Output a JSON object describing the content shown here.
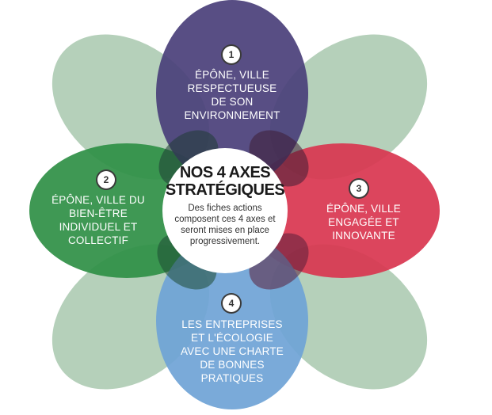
{
  "center": {
    "title": "NOS 4 AXES STRATÉGIQUES",
    "description": "Des fiches actions composent ces 4 axes et seront mises en place progressivement."
  },
  "axes": [
    {
      "number": "1",
      "label": "ÉPÔNE, VILLE RESPECTUEUSE DE SON ENVIRONNEMENT",
      "color": "#4a3f7a"
    },
    {
      "number": "2",
      "label": "ÉPÔNE, VILLE DU BIEN-ÊTRE INDIVIDUEL ET COLLECTIF",
      "color": "#2f8f45"
    },
    {
      "number": "3",
      "label": "ÉPÔNE, VILLE ENGAGÉE ET INNOVANTE",
      "color": "#d9354f"
    },
    {
      "number": "4",
      "label": "LES ENTREPRISES ET L'ÉCOLOGIE AVEC UNE CHARTE DE BONNES PRATIQUES",
      "color": "#6fa3d6"
    }
  ],
  "petal_color": "#b5d0ba"
}
